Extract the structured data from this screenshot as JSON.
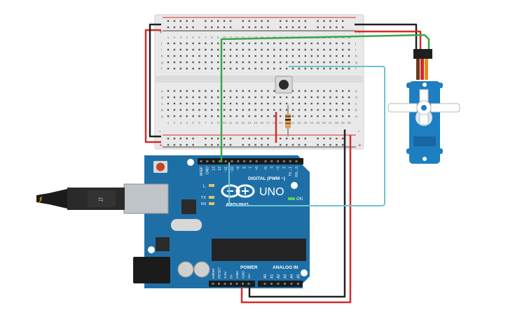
{
  "breadboard": {
    "columns_label_top": [
      "1",
      "2",
      "3",
      "4",
      "5",
      "6",
      "7",
      "8",
      "9",
      "10",
      "11",
      "12",
      "13",
      "14",
      "15",
      "16",
      "17",
      "18",
      "19",
      "20",
      "21",
      "22",
      "23",
      "24",
      "25",
      "26",
      "27",
      "28",
      "29",
      "30"
    ],
    "rows_upper": [
      "j",
      "i",
      "h",
      "g",
      "f"
    ],
    "rows_lower": [
      "e",
      "d",
      "c",
      "b",
      "a"
    ],
    "rail_plus": "+",
    "rail_minus": "-"
  },
  "arduino": {
    "brand": "ARDUINO",
    "model": "UNO",
    "digital_label": "DIGITAL (PWM ~)",
    "power_label": "POWER",
    "analog_label": "ANALOG IN",
    "on_label": "ON",
    "led_l": "L",
    "led_tx": "TX",
    "led_rx": "RX",
    "aref": "AREF",
    "gnd": "GND",
    "digital_pins": [
      "13",
      "12",
      "~11",
      "~10",
      "~9",
      "8",
      "7",
      "~6",
      "~5",
      "4",
      "~3",
      "2",
      "TX→1",
      "RX←0"
    ],
    "power_pins": [
      "IOREF",
      "RESET",
      "3.3V",
      "5V",
      "GND",
      "GND",
      "Vin"
    ],
    "analog_pins": [
      "A0",
      "A1",
      "A2",
      "A3",
      "A4",
      "A5"
    ]
  },
  "colors": {
    "wire_red": "#d42a2a",
    "wire_black": "#222222",
    "wire_green": "#3aa648",
    "wire_cyan": "#6cc3cf",
    "board_blue": "#1f6fa7",
    "servo_blue": "#1d7ec1"
  }
}
